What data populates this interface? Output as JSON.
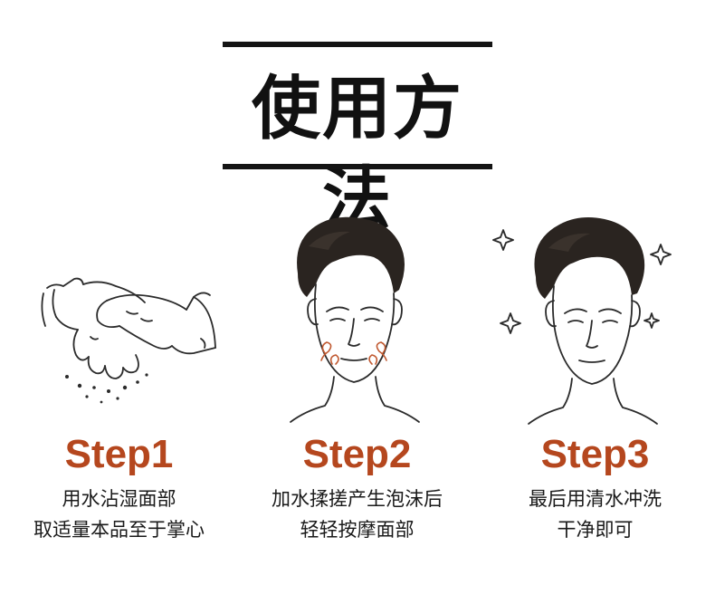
{
  "title": "使用方法",
  "colors": {
    "accent": "#b5471e",
    "rule": "#141414",
    "text": "#1a1a1a",
    "hair": "#2a2420"
  },
  "steps": [
    {
      "label": "Step1",
      "lines": [
        "用水沾湿面部",
        "取适量本品至于掌心"
      ],
      "illustration": "hands-washing-icon"
    },
    {
      "label": "Step2",
      "lines": [
        "加水揉搓产生泡沫后",
        "轻轻按摩面部"
      ],
      "illustration": "man-massaging-face-icon"
    },
    {
      "label": "Step3",
      "lines": [
        "最后用清水冲洗",
        "干净即可"
      ],
      "illustration": "man-clean-face-sparkle-icon"
    }
  ]
}
